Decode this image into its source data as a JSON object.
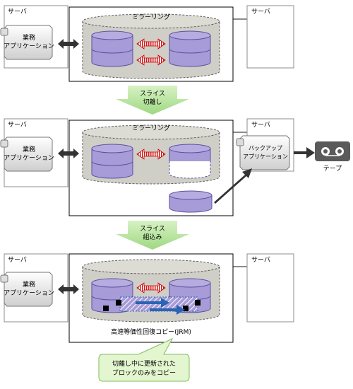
{
  "server_label": "サーバ",
  "business_app": [
    "業務",
    "アプリケーション"
  ],
  "mirroring_label": "ミラーリング",
  "step1_label": [
    "スライス",
    "切離し"
  ],
  "step2_label": [
    "スライス",
    "組込み"
  ],
  "backup_app": [
    "バックアップ",
    "アプリケーション"
  ],
  "tape_label": "テープ",
  "jrm_label": "高速等価性回復コピー(JRM)",
  "callout": [
    "切離し中に更新された",
    "ブロックのみをコピー"
  ],
  "colors": {
    "disk_fill": "#a79bd8",
    "disk_stroke": "#5b4fa0",
    "storage_fill": "#cfcfc7",
    "green_arrow": "#b7e39e",
    "callout_fill": "#e3f6cf",
    "red": "#cc0000",
    "blue_arrow": "#2a64b4",
    "dark_arrow": "#333333"
  },
  "icons": [
    "server-box",
    "app-tag",
    "disk-cylinder",
    "tape-icon",
    "double-arrow"
  ]
}
